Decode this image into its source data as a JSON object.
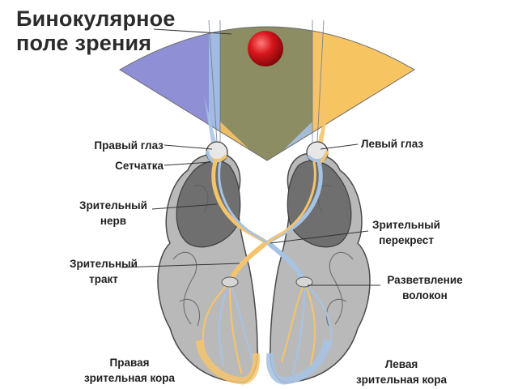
{
  "title": {
    "line1": "Бинокулярное",
    "line2": "поле зрения"
  },
  "labels": {
    "right_eye": "Правый глаз",
    "left_eye": "Левый глаз",
    "retina": "Сетчатка",
    "optic_nerve": [
      "Зрительный",
      "нерв"
    ],
    "optic_chiasm": [
      "Зрительный",
      "перекрест"
    ],
    "optic_tract": [
      "Зрительный",
      "тракт"
    ],
    "fiber_branching": [
      "Разветвление",
      "волокон"
    ],
    "right_visual_cortex": [
      "Правая",
      "зрительная кора"
    ],
    "left_visual_cortex": [
      "Левая",
      "зрительная кора"
    ]
  },
  "colors": {
    "left_field": "#8f8fd6",
    "right_field": "#f7c462",
    "binocular_field": "#8d8d64",
    "right_hemisphere_path": "#f4c46c",
    "left_hemisphere_path": "#a7c3e4",
    "object": "#d6171c"
  }
}
